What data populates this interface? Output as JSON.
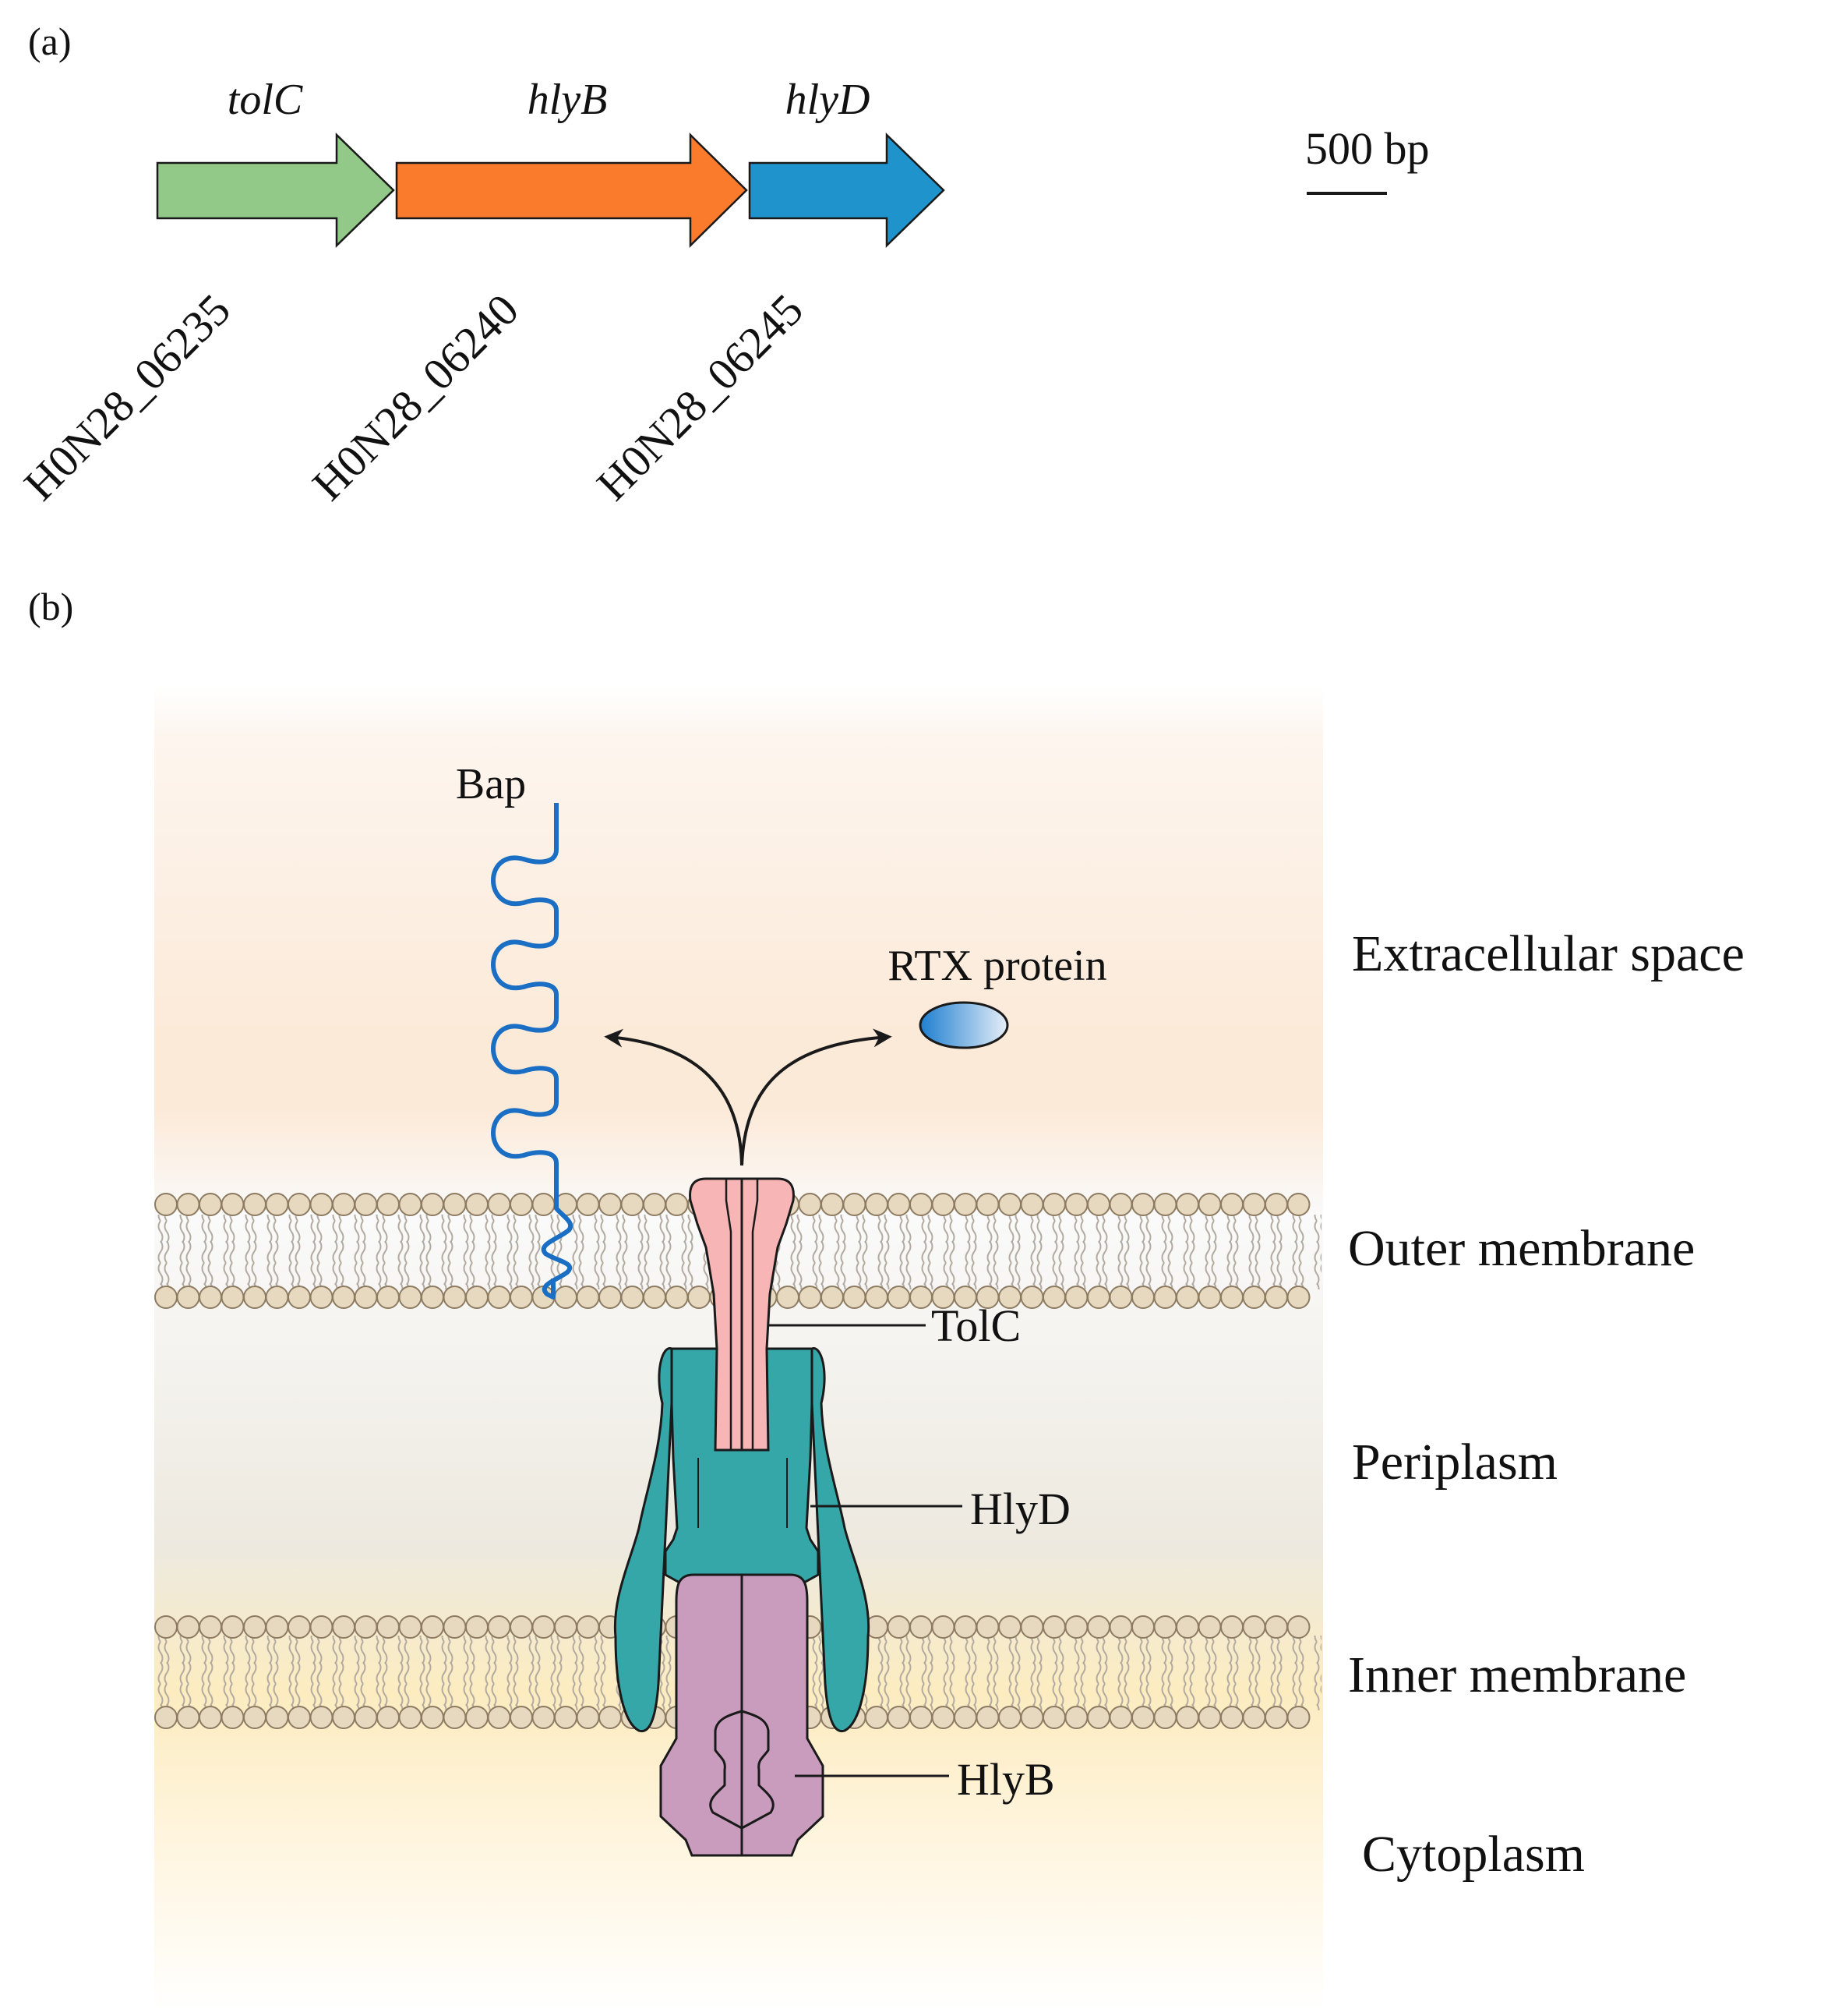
{
  "panel_a": {
    "label": "(a)",
    "scale_bar": "500 bp",
    "genes": [
      {
        "name": "tolC",
        "locus": "H0N28_06235",
        "color": "#93c988"
      },
      {
        "name": "hlyB",
        "locus": "H0N28_06240",
        "color": "#fb7b2d"
      },
      {
        "name": "hlyD",
        "locus": "H0N28_06245",
        "color": "#1f94cc"
      }
    ]
  },
  "panel_b": {
    "label": "(b)",
    "compartments": {
      "extracellular": "Extracellular space",
      "outer_membrane": "Outer membrane",
      "periplasm": "Periplasm",
      "inner_membrane": "Inner membrane",
      "cytoplasm": "Cytoplasm"
    },
    "proteins": {
      "bap": "Bap",
      "rtx": "RTX protein",
      "tolc": "TolC",
      "hlyd": "HlyD",
      "hlyb": "HlyB"
    },
    "colors": {
      "tolc": "#f7b5b5",
      "hlyd": "#36a7a8",
      "hlyb": "#c99cbd",
      "bap": "#1a6fc4",
      "lipid_head": "#e7d8c0",
      "lipid_edge": "#8d7b62"
    }
  }
}
